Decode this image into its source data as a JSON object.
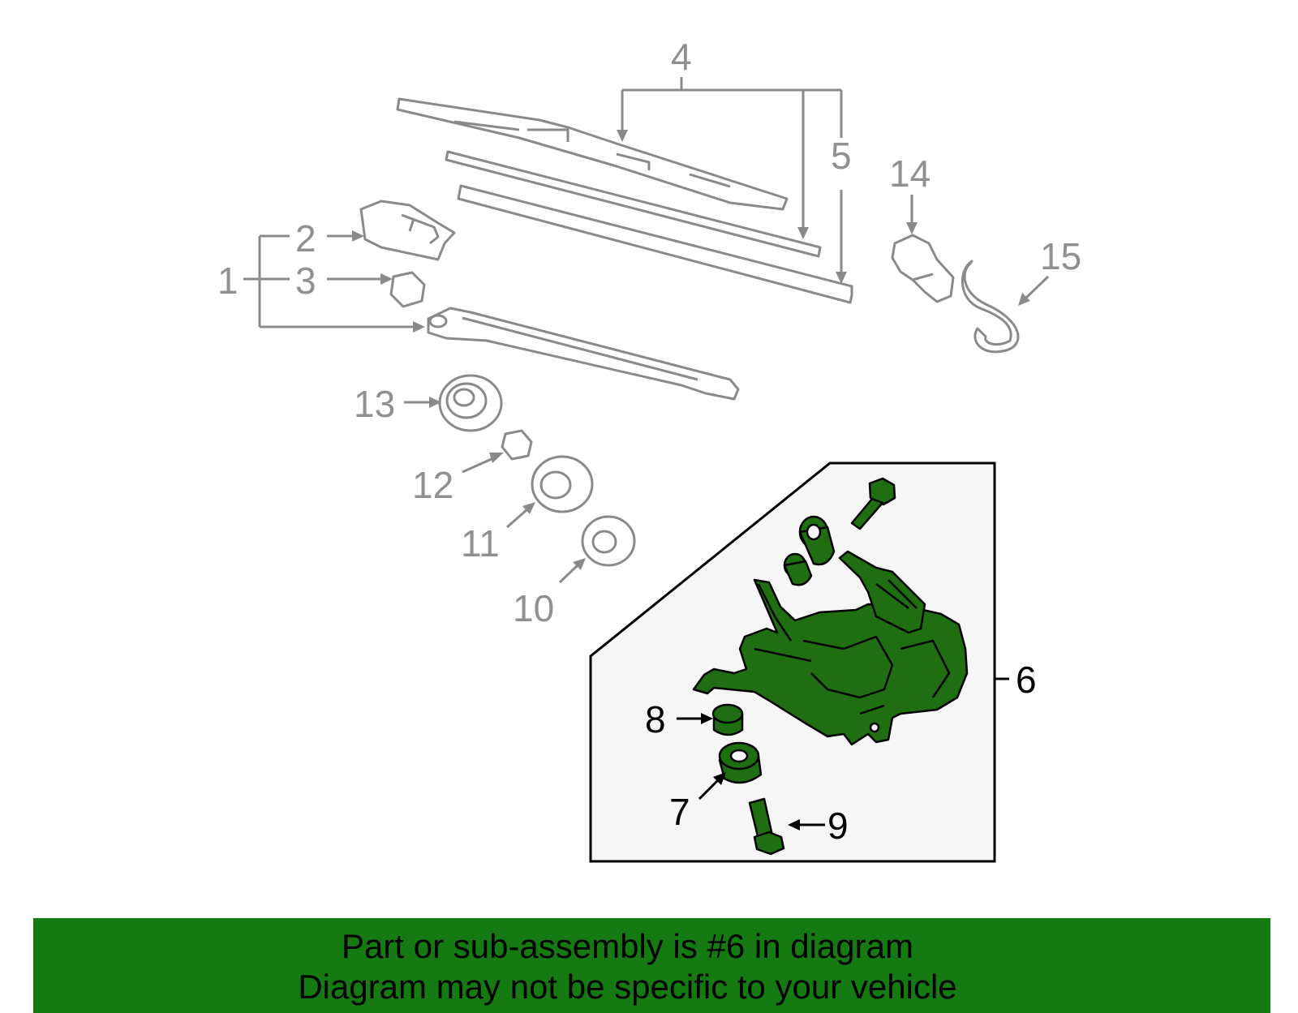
{
  "colors": {
    "ghost_outline": "#8a8a8a",
    "ghost_fill": "#ffffff",
    "highlight_part": "#1f6f12",
    "highlight_outline": "#000000",
    "inset_fill": "#f6f6f6",
    "banner_bg": "#147a11"
  },
  "callouts": {
    "c1": "1",
    "c2": "2",
    "c3": "3",
    "c4": "4",
    "c5": "5",
    "c6": "6",
    "c7": "7",
    "c8": "8",
    "c9": "9",
    "c10": "10",
    "c11": "11",
    "c12": "12",
    "c13": "13",
    "c14": "14",
    "c15": "15"
  },
  "banner": {
    "line1": "Part or sub-assembly is #6 in diagram",
    "line2": "Diagram may not be specific to your vehicle"
  }
}
